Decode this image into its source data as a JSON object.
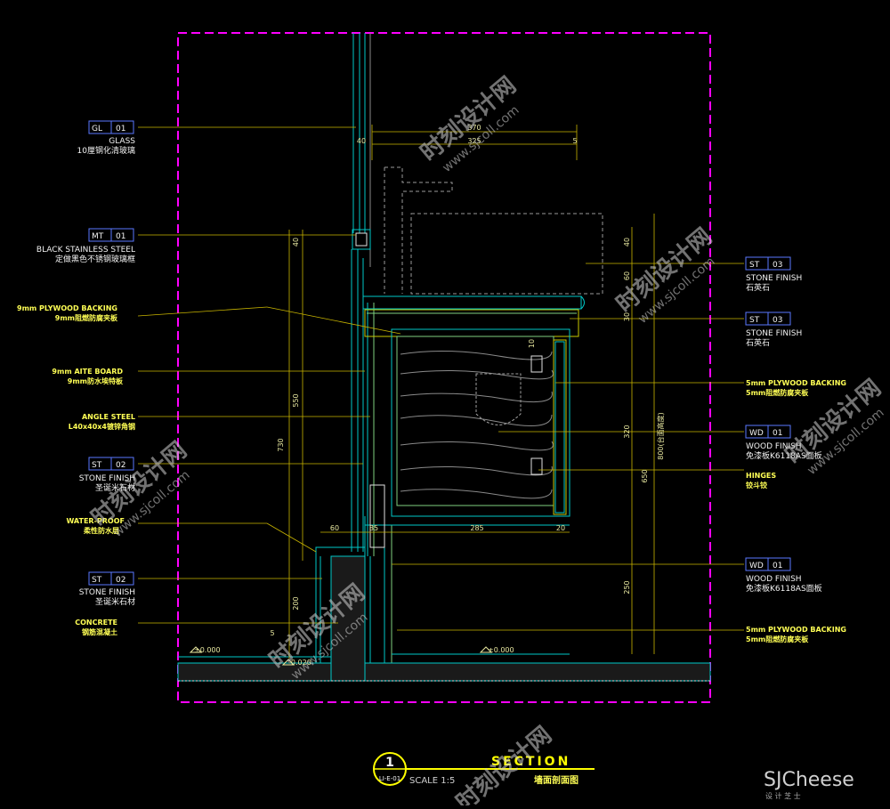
{
  "left_labels": [
    {
      "code": "GL",
      "num": "01",
      "en": "GLASS",
      "cn": "10厘钢化清玻璃"
    },
    {
      "code": "MT",
      "num": "01",
      "en": "BLACK STAINLESS STEEL",
      "cn": "定做黑色不锈钢玻璃框"
    },
    {
      "code": "",
      "num": "",
      "en": "9mm PLYWOOD BACKING",
      "cn": "9mm阻燃防腐夹板"
    },
    {
      "code": "",
      "num": "",
      "en": "9mm AITE BOARD",
      "cn": "9mm防水埃特板"
    },
    {
      "code": "",
      "num": "",
      "en": "ANGLE STEEL",
      "cn": "L40x40x4镀锌角钢"
    },
    {
      "code": "ST",
      "num": "02",
      "en": "STONE FINISH",
      "cn": "圣诞米石材"
    },
    {
      "code": "",
      "num": "",
      "en": "WATER-PROOF",
      "cn": "柔性防水层"
    },
    {
      "code": "ST",
      "num": "02",
      "en": "STONE FINISH",
      "cn": "圣诞米石材"
    },
    {
      "code": "",
      "num": "",
      "en": "CONCRETE",
      "cn": "钢筋混凝土"
    }
  ],
  "right_labels": [
    {
      "code": "ST",
      "num": "03",
      "en": "STONE FINISH",
      "cn": "石英石"
    },
    {
      "code": "ST",
      "num": "03",
      "en": "STONE FINISH",
      "cn": "石英石"
    },
    {
      "code": "",
      "num": "",
      "en": "5mm PLYWOOD BACKING",
      "cn": "5mm阻燃防腐夹板"
    },
    {
      "code": "WD",
      "num": "01",
      "en": "WOOD FINISH",
      "cn": "免漆板K6118AS面板"
    },
    {
      "code": "",
      "num": "",
      "en": "HINGES",
      "cn": "铰斗铰"
    },
    {
      "code": "WD",
      "num": "01",
      "en": "WOOD FINISH",
      "cn": "免漆板K6118AS面板"
    },
    {
      "code": "",
      "num": "",
      "en": "5mm PLYWOOD BACKING",
      "cn": "5mm阻燃防腐夹板"
    }
  ],
  "dimensions": {
    "top_370": "370",
    "top_40": "40",
    "top_325": "325",
    "top_5": "5",
    "v40": "40",
    "v550": "550",
    "v730": "730",
    "v200": "200",
    "v5": "5",
    "r40": "40",
    "r60": "60",
    "r30": "30",
    "r10": "10",
    "r320": "320",
    "r650": "650",
    "r800": "800(台面高度)",
    "r250": "250",
    "b60": "60",
    "b85": "85",
    "b285": "285",
    "b20": "20"
  },
  "levels": {
    "left": "±0.000",
    "step": "-0.020",
    "right": "±0.000"
  },
  "title_block": {
    "number": "1",
    "sheet_ref": "LI-E-01",
    "title": "SECTION",
    "scale": "SCALE 1:5",
    "title_cn": "墙面剖面图"
  },
  "watermark": {
    "cn": "时刻设计网",
    "url": "www.sjcoll.com"
  },
  "brand": {
    "name": "SJCheese",
    "sub": "设  计  芝  士"
  },
  "colors": {
    "frame": "#ff00ff",
    "leader": "#c8b400",
    "struct": "#00c8c8",
    "tag_box": "#5a78ff",
    "text": "#f2f2f2",
    "yellow_text": "#ffff55"
  }
}
